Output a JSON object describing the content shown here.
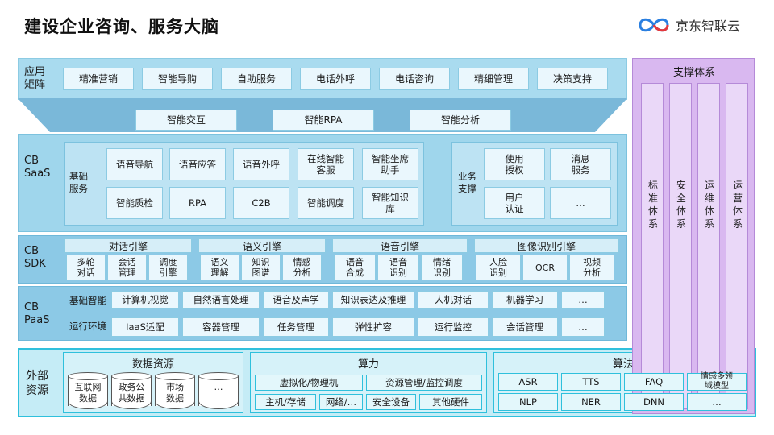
{
  "title": "建设企业咨询、服务大脑",
  "logo": {
    "text": "京东智联云"
  },
  "app_matrix": {
    "label": "应用\n矩阵",
    "items": [
      "精准营销",
      "智能导购",
      "自助服务",
      "电话外呼",
      "电话咨询",
      "精细管理",
      "决策支持"
    ]
  },
  "intel": {
    "items": [
      "智能交互",
      "智能RPA",
      "智能分析"
    ]
  },
  "saas": {
    "label": "CB\nSaaS",
    "basic": {
      "label": "基础\n服务",
      "items": [
        "语音导航",
        "语音应答",
        "语音外呼",
        "在线智能\n客服",
        "智能坐席\n助手",
        "智能质检",
        "RPA",
        "C2B",
        "智能调度",
        "智能知识\n库"
      ]
    },
    "biz": {
      "label": "业务\n支撑",
      "items": [
        "使用\n授权",
        "消息\n服务",
        "用户\n认证",
        "…"
      ]
    }
  },
  "sdk": {
    "label": "CB\nSDK",
    "groups": [
      {
        "name": "对话引擎",
        "items": [
          "多轮\n对话",
          "会话\n管理",
          "调度\n引擎"
        ]
      },
      {
        "name": "语义引擎",
        "items": [
          "语义\n理解",
          "知识\n图谱",
          "情感\n分析"
        ]
      },
      {
        "name": "语音引擎",
        "items": [
          "语音\n合成",
          "语音\n识别",
          "情绪\n识别"
        ]
      },
      {
        "name": "图像识别引擎",
        "items": [
          "人脸\n识别",
          "OCR",
          "视频\n分析"
        ]
      }
    ]
  },
  "paas": {
    "label": "CB\nPaaS",
    "row1_label": "基础智能",
    "row1": [
      "计算机视觉",
      "自然语言处理",
      "语音及声学",
      "知识表达及推理",
      "人机对话",
      "机器学习",
      "…"
    ],
    "row2_label": "运行环境",
    "row2": [
      "IaaS适配",
      "容器管理",
      "任务管理",
      "弹性扩容",
      "运行监控",
      "会话管理",
      "…"
    ]
  },
  "external": {
    "label": "外部\n资源",
    "data": {
      "title": "数据资源",
      "items": [
        "互联网\n数据",
        "政务公\n共数据",
        "市场\n数据",
        "…"
      ]
    },
    "compute": {
      "title": "算力",
      "items": [
        "虚拟化/物理机",
        "资源管理/监控调度",
        "主机/存储",
        "网络/…",
        "安全设备",
        "其他硬件"
      ]
    },
    "algo": {
      "title": "算法",
      "items": [
        "ASR",
        "TTS",
        "FAQ",
        "情感多领\n域模型",
        "NLP",
        "NER",
        "DNN",
        "…"
      ]
    }
  },
  "support": {
    "title": "支撑体系",
    "cols": [
      "标\n准\n体\n系",
      "安\n全\n体\n系",
      "运\n维\n体\n系",
      "运\n营\n体\n系"
    ]
  },
  "colors": {
    "band_blue": "#8cc9e6",
    "cyan_border": "#2fc0dc",
    "support_purple": "#d9b8f0"
  }
}
